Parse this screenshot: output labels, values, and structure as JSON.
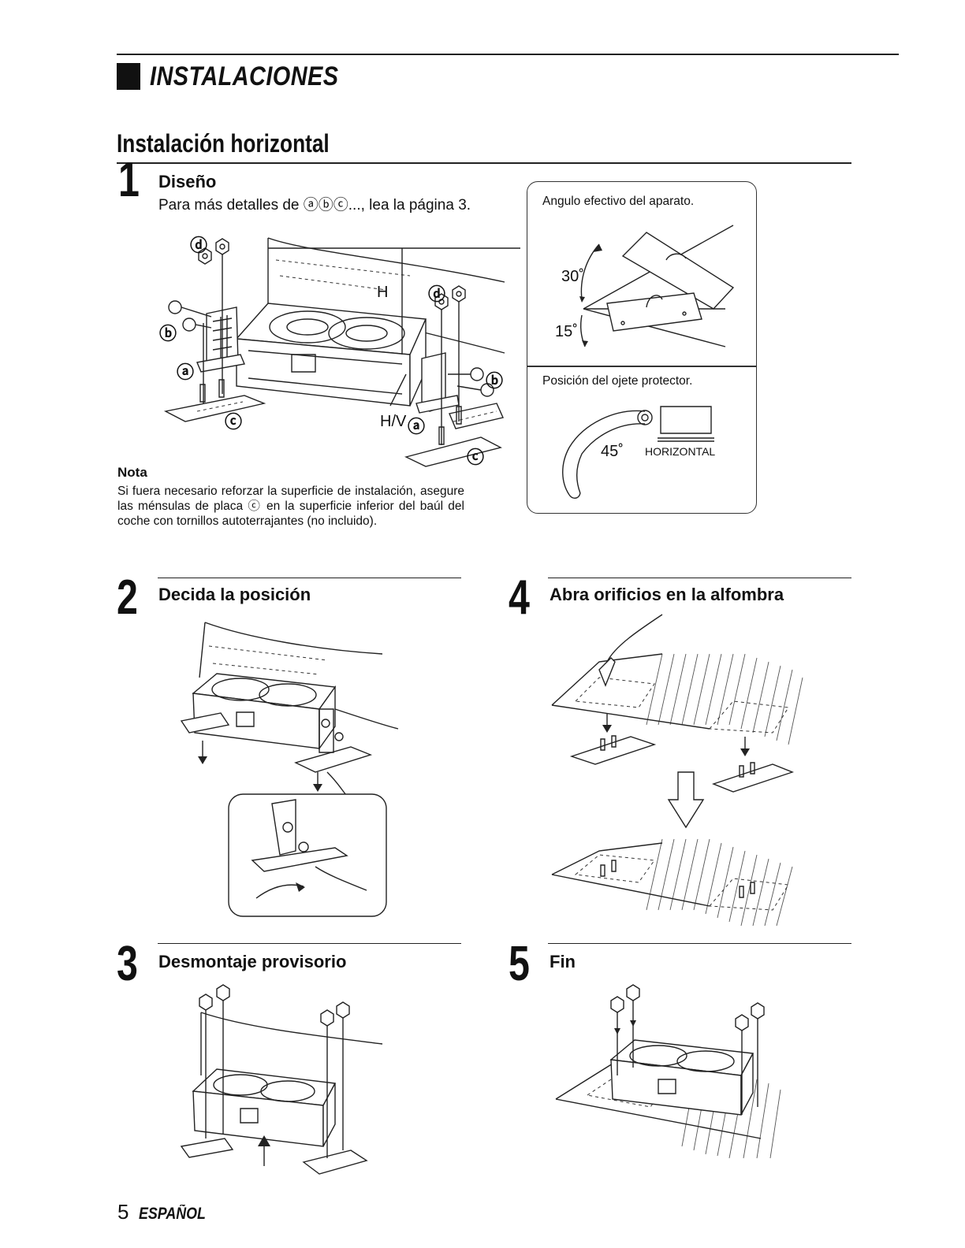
{
  "header": {
    "title": "INSTALACIONES"
  },
  "subtitle": "Instalación horizontal",
  "steps": [
    {
      "num": "1",
      "title": "Diseño",
      "text": "Para más detalles de ⓐⓑⓒ..., lea la página 3."
    },
    {
      "num": "2",
      "title": "Decida la posición"
    },
    {
      "num": "3",
      "title": "Desmontaje provisorio"
    },
    {
      "num": "4",
      "title": "Abra orificios en la alfombra"
    },
    {
      "num": "5",
      "title": "Fin"
    }
  ],
  "diagram1": {
    "labels": {
      "d": "ⓓ",
      "b": "ⓑ",
      "a": "ⓐ",
      "c": "ⓒ",
      "H": "H",
      "HV": "H/V"
    }
  },
  "note": {
    "title": "Nota",
    "text": "Si fuera necesario reforzar la superficie de instalación, asegure las ménsulas de placa ⓒ en la superficie inferior del baúl del coche con tornillos autoterrajantes (no incluido)."
  },
  "panel": {
    "angle_title": "Angulo efectivo del aparato.",
    "angle_up": "30˚",
    "angle_down": "15˚",
    "eyelet_title": "Posición del ojete protector.",
    "eyelet_angle": "45˚",
    "eyelet_label": "HORIZONTAL"
  },
  "footer": {
    "page": "5",
    "lang": "ESPAÑOL"
  }
}
